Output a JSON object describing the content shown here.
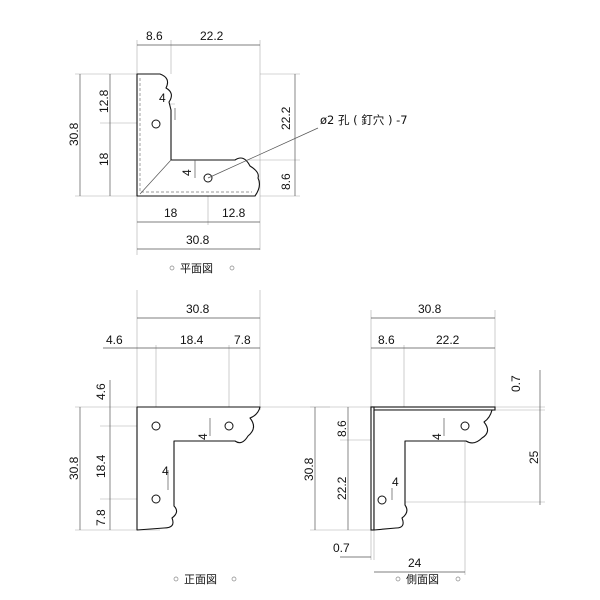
{
  "plan": {
    "dims": {
      "top_left": "8.6",
      "top_right": "22.2",
      "left_outer": "30.8",
      "left_upper": "12.8",
      "left_lower": "18",
      "hole_a": "4",
      "hole_b": "4",
      "right_upper": "22.2",
      "right_lower": "8.6",
      "bottom_left": "18",
      "bottom_right": "12.8",
      "bottom_total": "30.8"
    },
    "hole_note": "ø2 孔 ( 釘穴 ) -7",
    "caption": "平面図"
  },
  "front": {
    "dims": {
      "top_total": "30.8",
      "top_a": "4.6",
      "top_b": "18.4",
      "top_c": "7.8",
      "left_top": "4.6",
      "left_outer": "30.8",
      "left_mid": "18.4",
      "left_bot": "7.8",
      "hole_a": "4",
      "hole_b": "4"
    },
    "caption": "正面図"
  },
  "side": {
    "dims": {
      "top_total": "30.8",
      "top_a": "8.6",
      "top_b": "22.2",
      "right_thick": "0.7",
      "right_height": "25",
      "left_outer": "30.8",
      "left_upper": "8.6",
      "left_lower": "22.2",
      "bottom_thick": "0.7",
      "bottom_width": "24",
      "hole_a": "4",
      "hole_b": "4"
    },
    "caption": "側面図"
  }
}
